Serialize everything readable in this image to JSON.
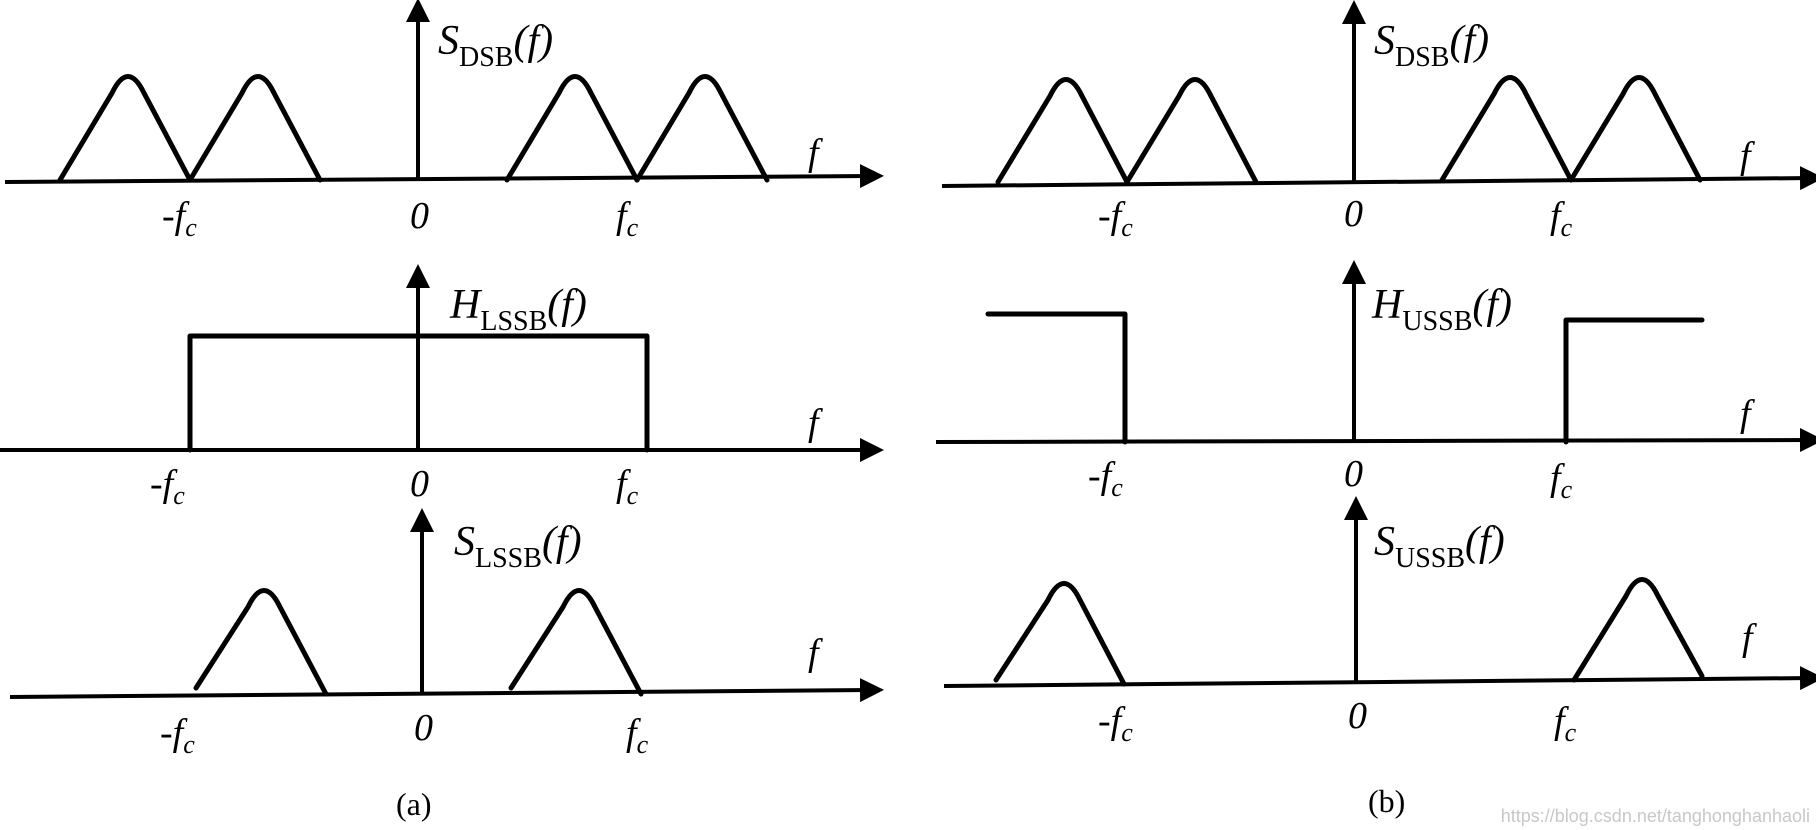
{
  "panels": [
    {
      "caption": "(a)",
      "caption_letter": "a",
      "rows": [
        {
          "title_main": "S",
          "title_sub": "DSB",
          "title_arg": "(f)",
          "axis_label": "f",
          "tick_neg": "-f",
          "tick_zero": "0",
          "tick_pos": "f",
          "tick_sub": "c"
        },
        {
          "title_main": "H",
          "title_sub": "LSSB",
          "title_arg": "(f)",
          "axis_label": "f",
          "tick_neg": "-f",
          "tick_zero": "0",
          "tick_pos": "f",
          "tick_sub": "c"
        },
        {
          "title_main": "S",
          "title_sub": "LSSB",
          "title_arg": "(f)",
          "axis_label": "f",
          "tick_neg": "-f",
          "tick_zero": "0",
          "tick_pos": "f",
          "tick_sub": "c"
        }
      ]
    },
    {
      "caption": "(b)",
      "rows": [
        {
          "title_main": "S",
          "title_sub": "DSB",
          "title_arg": "(f)",
          "axis_label": "f",
          "tick_neg": "-f",
          "tick_zero": "0",
          "tick_pos": "f",
          "tick_sub": "c"
        },
        {
          "title_main": "H",
          "title_sub": "USSB",
          "title_arg": "(f)",
          "axis_label": "f",
          "tick_neg": "-f",
          "tick_zero": "0",
          "tick_pos": "f",
          "tick_sub": "c"
        },
        {
          "title_main": "S",
          "title_sub": "USSB",
          "title_arg": "(f)",
          "axis_label": "f",
          "tick_neg": "-f",
          "tick_zero": "0",
          "tick_pos": "f",
          "tick_sub": "c"
        }
      ]
    }
  ],
  "watermark": "https://blog.csdn.net/tanghonghanhaoli"
}
